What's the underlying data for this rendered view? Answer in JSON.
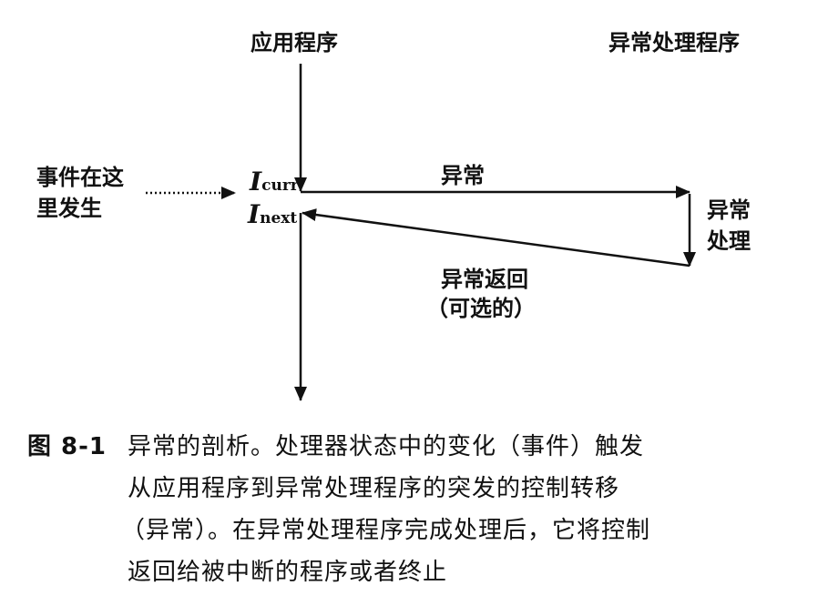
{
  "labels": {
    "application": "应用程序",
    "handler": "异常处理程序",
    "event_line1": "事件在这",
    "event_line2": "里发生",
    "i_curr_main": "I",
    "i_curr_sub": "curr",
    "i_next_main": "I",
    "i_next_sub": "next",
    "exception": "异常",
    "handling_line1": "异常",
    "handling_line2": "处理",
    "return_line1": "异常返回",
    "return_line2": "（可选的）"
  },
  "caption": {
    "figure_number": "图 8-1",
    "lines": [
      "异常的剖析。处理器状态中的变化（事件）触发",
      "从应用程序到异常处理程序的突发的控制转移",
      "（异常）。在异常处理程序完成处理后，它将控制",
      "返回给被中断的程序或者终止"
    ]
  }
}
